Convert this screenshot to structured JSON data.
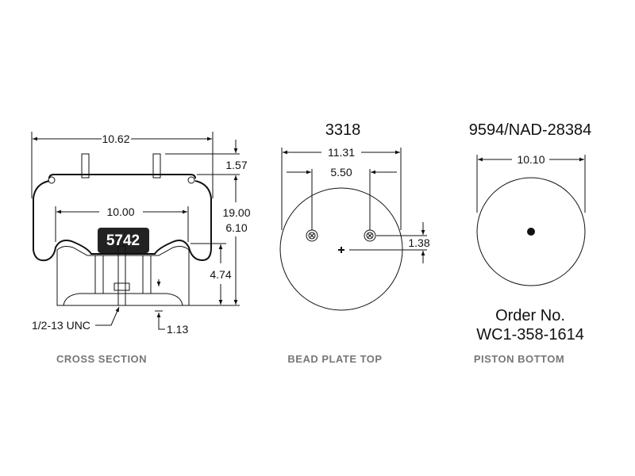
{
  "cross_section": {
    "caption": "CROSS SECTION",
    "overall_width": "10.62",
    "bead_plate_height": "1.57",
    "max_height": "19.00",
    "min_height": "6.10",
    "piston_width": "10.00",
    "piston_height": "4.74",
    "thread": "1/2-13 UNC",
    "bottom_offset": "1.13",
    "part_label": "5742"
  },
  "bead_plate": {
    "caption": "BEAD PLATE TOP",
    "part_number": "3318",
    "diameter": "11.31",
    "stud_spacing": "5.50",
    "stud_offset": "1.38"
  },
  "piston": {
    "caption": "PISTON BOTTOM",
    "part_number": "9594/NAD-28384",
    "diameter": "10.10",
    "order_label": "Order No.",
    "order_number": "WC1-358-1614"
  }
}
